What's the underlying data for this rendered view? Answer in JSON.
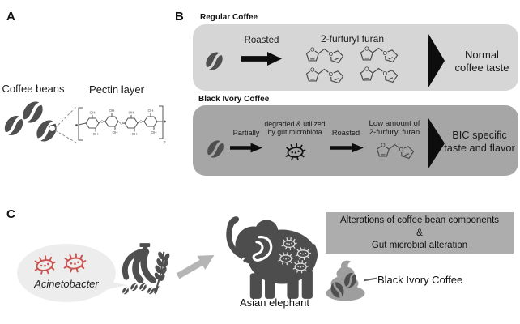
{
  "figure": {
    "panel_a": {
      "label": "A",
      "coffee_beans_caption": "Coffee beans",
      "pectin_caption": "Pectin layer"
    },
    "panel_b": {
      "label": "B",
      "regular": {
        "title": "Regular Coffee",
        "roasted": "Roasted",
        "compound": "2-furfuryl furan",
        "result_line1": "Normal",
        "result_line2": "coffee taste"
      },
      "bic": {
        "title": "Black Ivory Coffee",
        "partially": "Partially",
        "degraded_line1": "degraded & utilized",
        "degraded_line2": "by gut microbiota",
        "roasted": "Roasted",
        "low_line1": "Low amount of",
        "low_line2": "2-furfuryl furan",
        "result_line1": "BIC specific",
        "result_line2": "taste and flavor"
      }
    },
    "panel_c": {
      "label": "C",
      "bacteria_name": "Acinetobacter",
      "elephant_caption": "Asian elephant",
      "alterations_line1": "Alterations of coffee bean components",
      "alterations_line2": "&",
      "alterations_line3": "Gut microbial alteration",
      "bic_caption": "Black Ivory Coffee"
    },
    "chemistry": {
      "oxygen": "O",
      "hydroxyl": "OH",
      "subscript_n": "n"
    },
    "colors": {
      "light_box": "#d6d6d6",
      "dark_box": "#a6a6a6",
      "alterations_box": "#adadad",
      "bean_dark": "#4f4f4f",
      "elephant": "#4d4d4d",
      "red_bacteria": "#c9534f",
      "speech_bubble": "#ededed",
      "poop_gray": "#9e9e9e",
      "soft_arrow": "#b5b5b5",
      "arrow_black": "#0d0d0d"
    }
  }
}
